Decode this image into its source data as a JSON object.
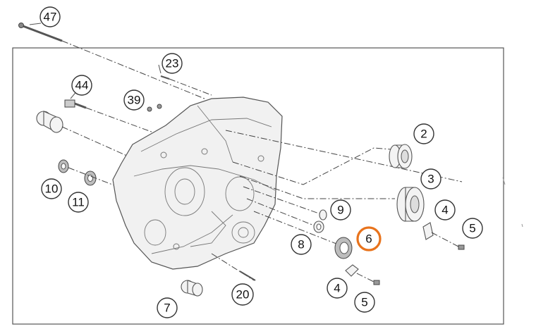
{
  "diagram": {
    "callouts": [
      {
        "id": "c47",
        "label": "47",
        "highlight": false
      },
      {
        "id": "c23",
        "label": "23",
        "highlight": false
      },
      {
        "id": "c44",
        "label": "44",
        "highlight": false
      },
      {
        "id": "c39",
        "label": "39",
        "highlight": false
      },
      {
        "id": "c2",
        "label": "2",
        "highlight": false
      },
      {
        "id": "c3",
        "label": "3",
        "highlight": false
      },
      {
        "id": "c4a",
        "label": "4",
        "highlight": false
      },
      {
        "id": "c5a",
        "label": "5",
        "highlight": false
      },
      {
        "id": "c9",
        "label": "9",
        "highlight": false
      },
      {
        "id": "c6",
        "label": "6",
        "highlight": true
      },
      {
        "id": "c8",
        "label": "8",
        "highlight": false
      },
      {
        "id": "c10",
        "label": "10",
        "highlight": false
      },
      {
        "id": "c11",
        "label": "11",
        "highlight": false
      },
      {
        "id": "c4b",
        "label": "4",
        "highlight": false
      },
      {
        "id": "c5b",
        "label": "5",
        "highlight": false
      },
      {
        "id": "c20",
        "label": "20",
        "highlight": false
      },
      {
        "id": "c7",
        "label": "7",
        "highlight": false
      }
    ],
    "highlight_color": "#e8731c"
  }
}
